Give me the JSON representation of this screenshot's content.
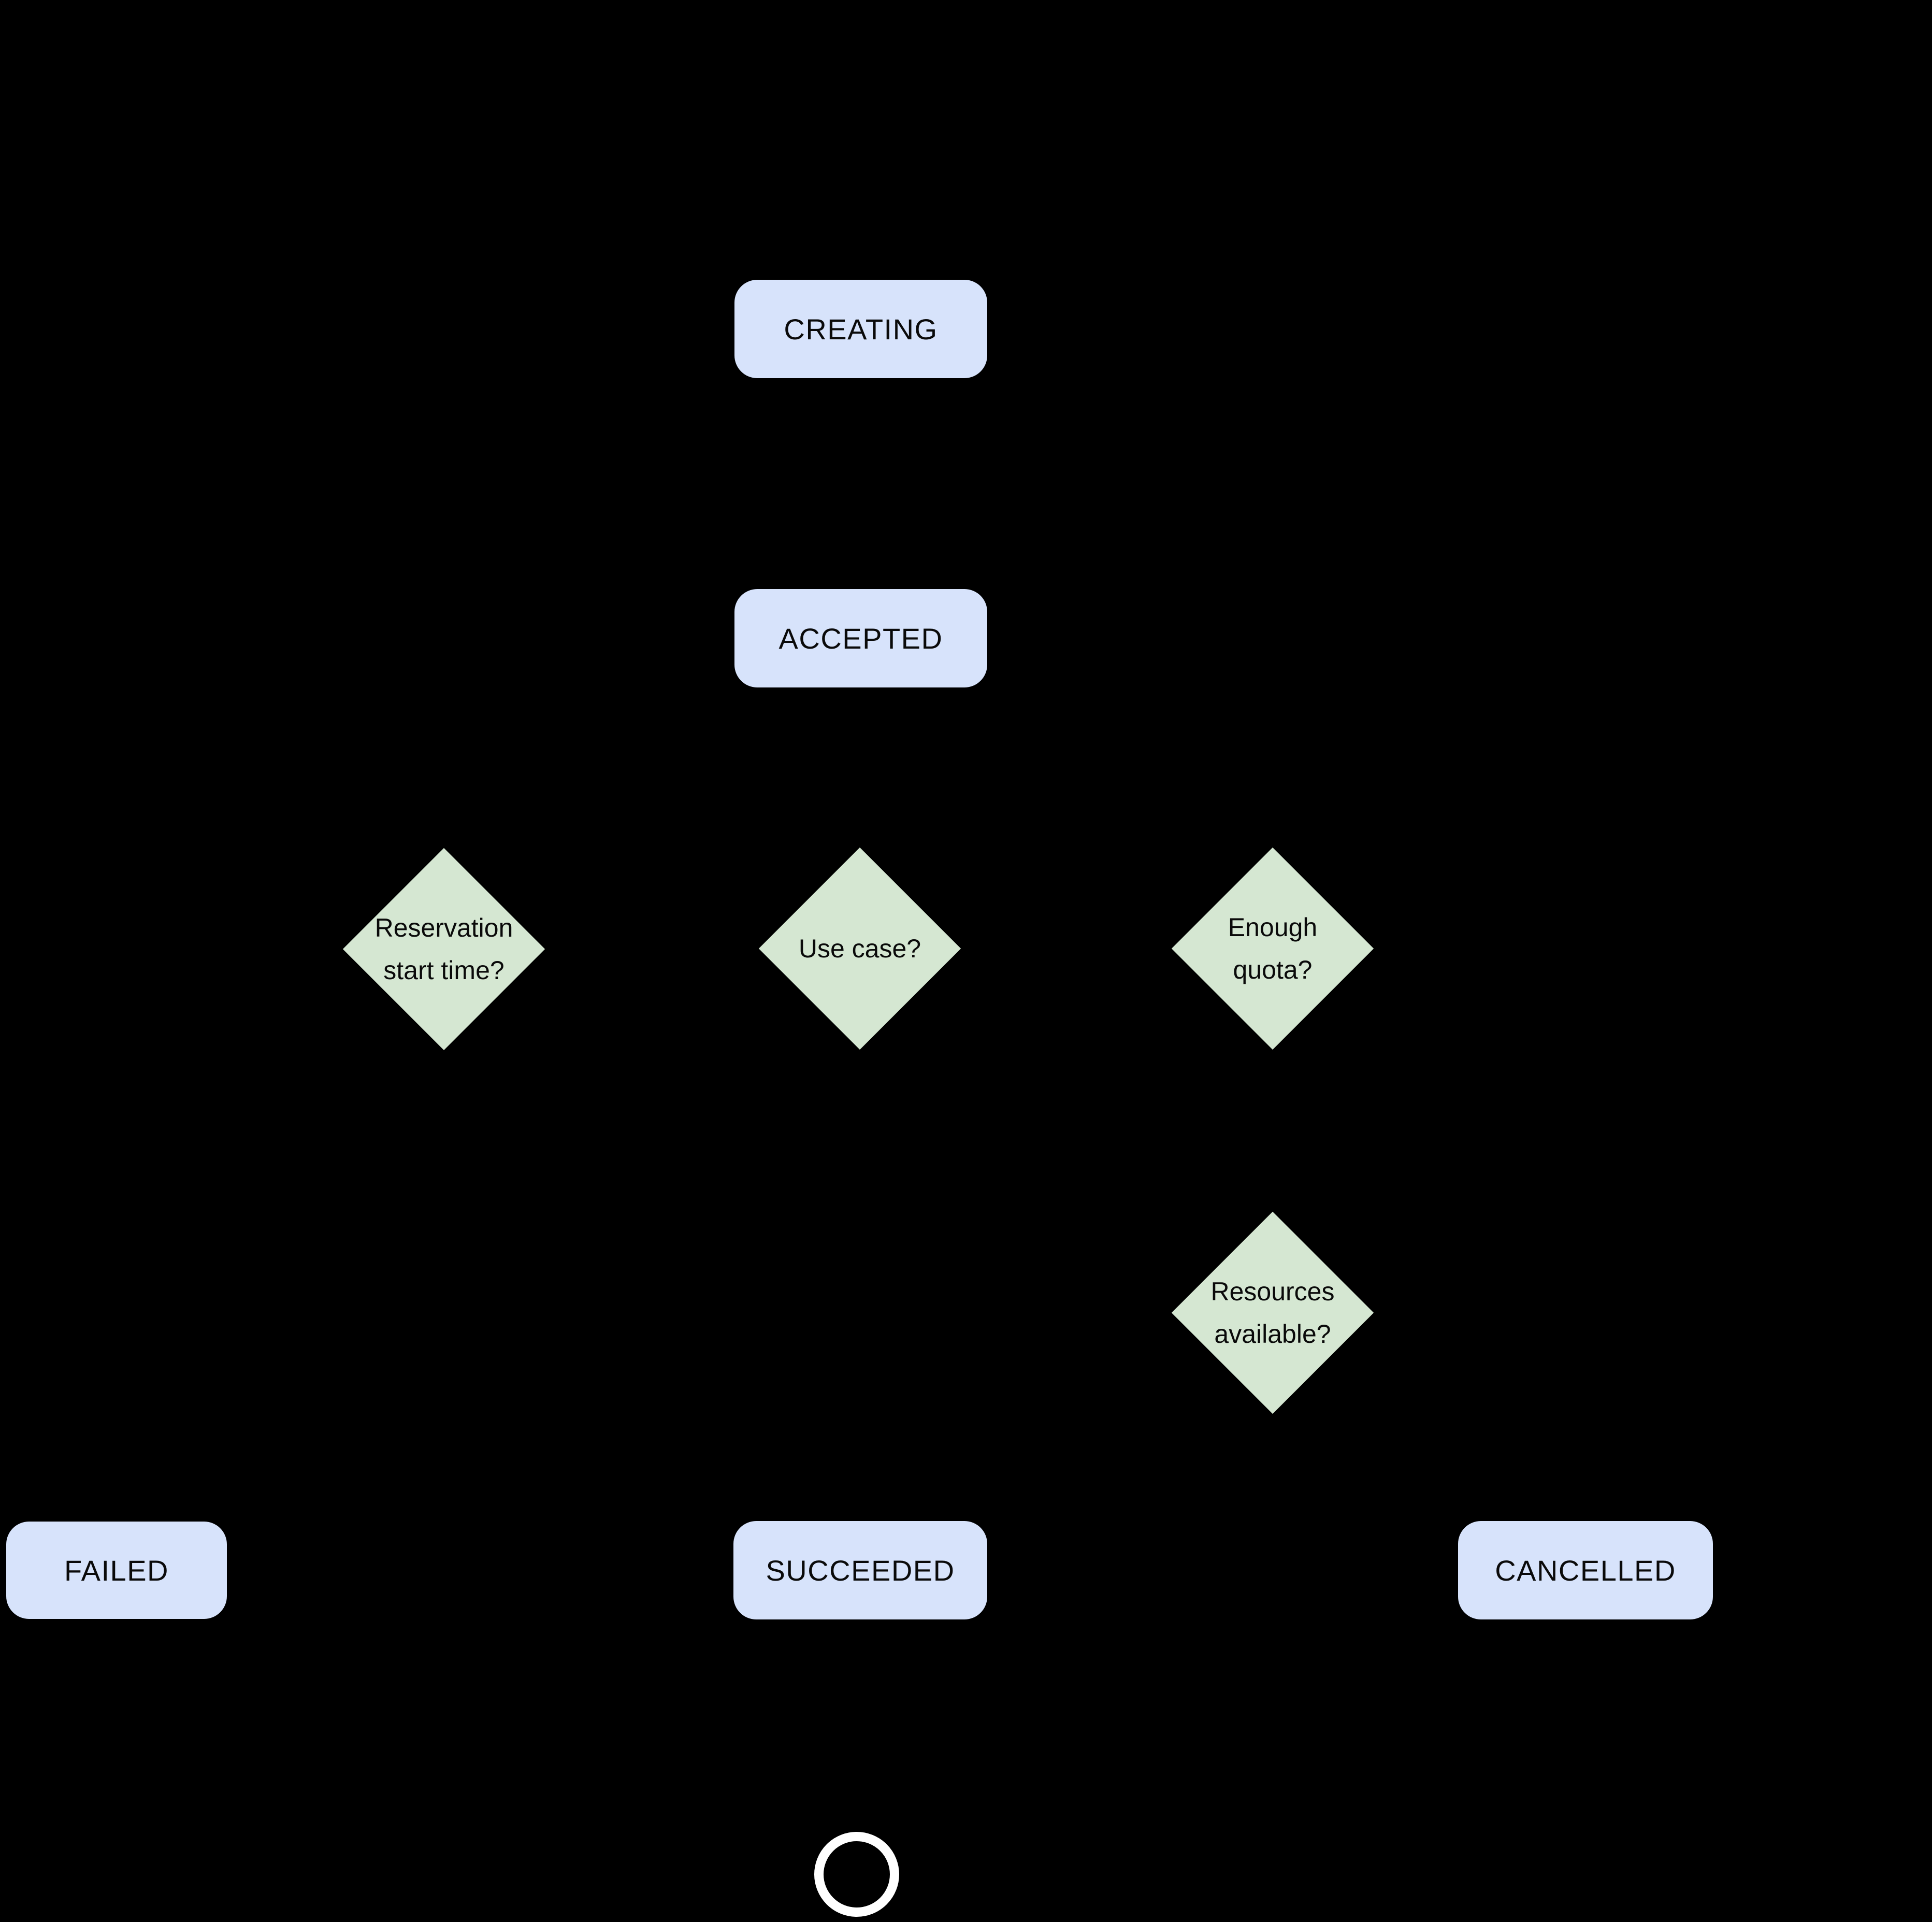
{
  "diagram": {
    "type": "state-flowchart",
    "background_color": "#000000",
    "state_fill_color": "#d7e3fb",
    "decision_fill_color": "#d5e7d2",
    "text_color": "#0a0a0a",
    "end_ring_color": "#ffffff"
  },
  "states": {
    "creating": "CREATING",
    "accepted": "ACCEPTED",
    "failed": "FAILED",
    "succeeded": "SUCCEEDED",
    "cancelled": "CANCELLED"
  },
  "decisions": {
    "reservation_start_time": "Reservation\nstart time?",
    "use_case": "Use case?",
    "enough_quota": "Enough\nquota?",
    "resources_available": "Resources\navailable?"
  }
}
